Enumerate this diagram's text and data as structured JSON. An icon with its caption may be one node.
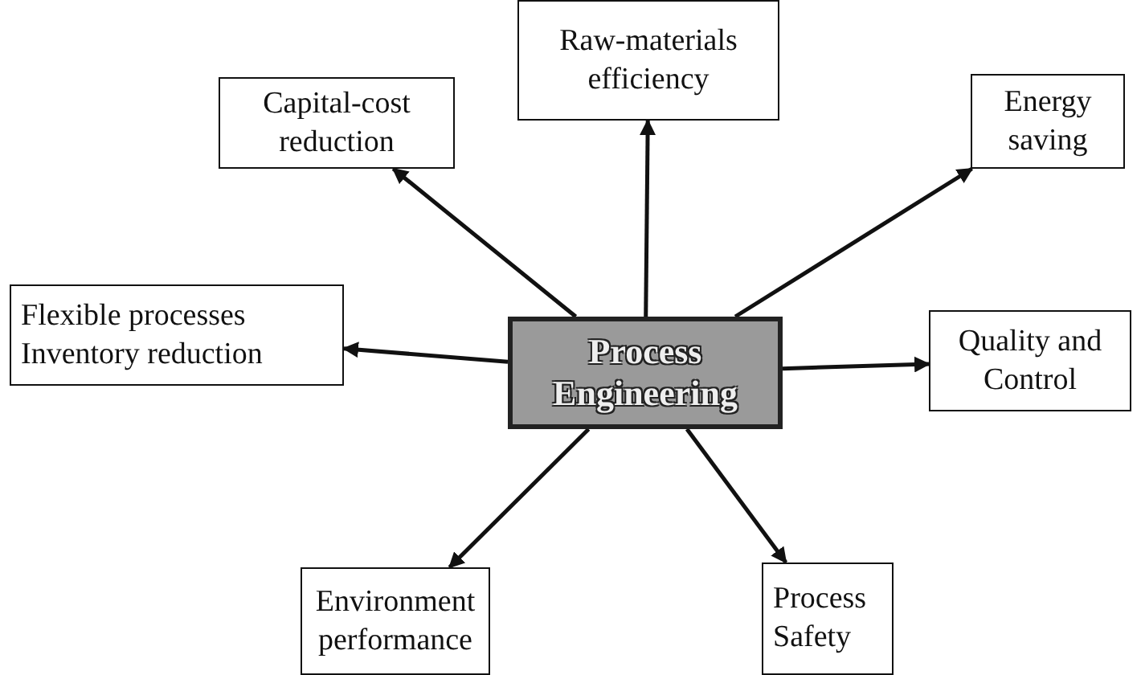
{
  "diagram": {
    "nodes": [
      {
        "text": [
          "Process Engineering"
        ]
      },
      {
        "text": [
          "Capital-cost reduction"
        ]
      },
      {
        "text": [
          "Raw-materials efficiency"
        ]
      },
      {
        "text": [
          "Energy saving"
        ]
      },
      {
        "text": [
          "Flexible processes Inventory reduction"
        ]
      },
      {
        "text": [
          "Quality and Control"
        ]
      },
      {
        "text": [
          "Environment performance"
        ]
      },
      {
        "text": [
          "Process Safety"
        ]
      }
    ],
    "edges": [
      {
        "from": 0,
        "to": 1,
        "arrow": "to"
      },
      {
        "from": 0,
        "to": 2,
        "arrow": "to"
      },
      {
        "from": 0,
        "to": 3,
        "arrow": "to"
      },
      {
        "from": 0,
        "to": 4,
        "arrow": "to"
      },
      {
        "from": 0,
        "to": 5,
        "arrow": "to"
      },
      {
        "from": 0,
        "to": 6,
        "arrow": "to"
      },
      {
        "from": 0,
        "to": 7,
        "arrow": "to"
      }
    ]
  }
}
